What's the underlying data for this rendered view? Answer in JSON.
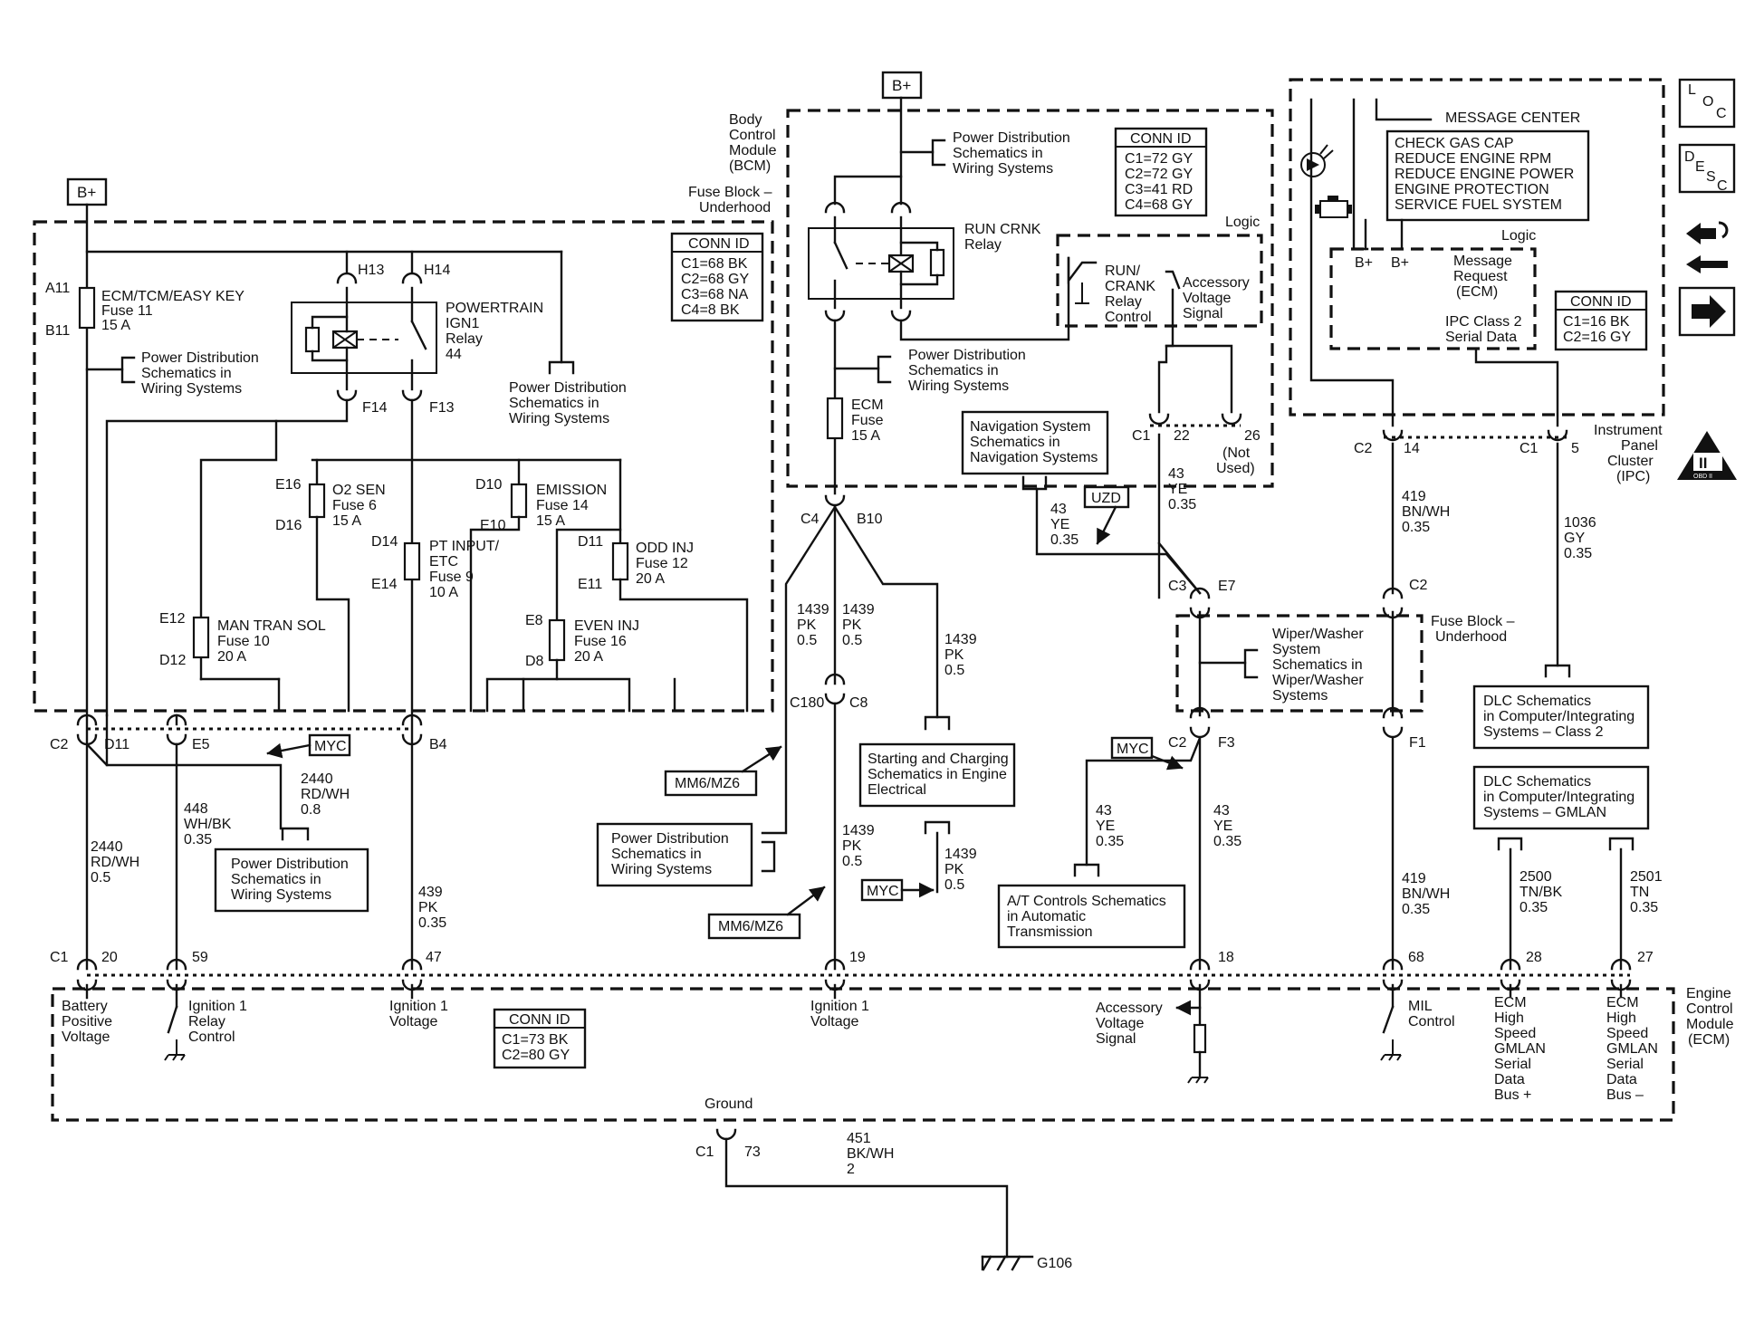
{
  "bplus": "B+",
  "conn_ids": {
    "fuse_block": {
      "title": "CONN ID",
      "lines": [
        "C1=68 BK",
        "C2=68 GY",
        "C3=68 NA",
        "C4=8 BK"
      ]
    },
    "bcm": {
      "title": "CONN ID",
      "lines": [
        "C1=72 GY",
        "C2=72 GY",
        "C3=41 RD",
        "C4=68 GY"
      ]
    },
    "ipc": {
      "title": "CONN ID",
      "lines": [
        "C1=16 BK",
        "C2=16 GY"
      ]
    },
    "ecm": {
      "title": "CONN ID",
      "lines": [
        "C1=73 BK",
        "C2=80 GY"
      ]
    }
  },
  "fuse_block": {
    "label": [
      "Fuse Block –",
      "Underhood"
    ],
    "fuse11": {
      "name": "ECM/TCM/EASY KEY",
      "fuse": "Fuse 11",
      "amp": "15 A",
      "top": "A11",
      "bot": "B11"
    },
    "pd_sch": [
      "Power Distribution",
      "Schematics in",
      "Wiring Systems"
    ],
    "relay": {
      "name": "POWERTRAIN",
      "sub": "IGN1",
      "sub2": "Relay",
      "num": "44",
      "h13": "H13",
      "h14": "H14",
      "f14": "F14",
      "f13": "F13"
    },
    "pd_sch2": [
      "Power Distribution",
      "Schematics in",
      "Wiring Systems"
    ],
    "fuse6": {
      "name": "O2 SEN",
      "fuse": "Fuse 6",
      "amp": "15 A",
      "top": "E16",
      "bot": "D16"
    },
    "fuse9": {
      "name": "PT INPUT/",
      "name2": "ETC",
      "fuse": "Fuse 9",
      "amp": "10 A",
      "top": "D14",
      "bot": "E14"
    },
    "fuse14": {
      "name": "EMISSION",
      "fuse": "Fuse 14",
      "amp": "15 A",
      "top": "D10",
      "bot": "E10"
    },
    "fuse12": {
      "name": "ODD INJ",
      "fuse": "Fuse 12",
      "amp": "20 A",
      "top": "D11",
      "bot": "E11"
    },
    "fuse10": {
      "name": "MAN TRAN SOL",
      "fuse": "Fuse 10",
      "amp": "20 A",
      "top": "E12",
      "bot": "D12"
    },
    "fuse16": {
      "name": "EVEN INJ",
      "fuse": "Fuse 16",
      "amp": "20 A",
      "top": "E8",
      "bot": "D8"
    },
    "conn_bottom": {
      "c2": "C2",
      "d11": "D11",
      "e5": "E5",
      "b4": "B4"
    }
  },
  "bcm": {
    "label": [
      "Body",
      "Control",
      "Module",
      "(BCM)"
    ],
    "pd_sch": [
      "Power Distribution",
      "Schematics in",
      "Wiring Systems"
    ],
    "relay": [
      "RUN CRNK",
      "Relay"
    ],
    "pd_sch2": [
      "Power Distribution",
      "Schematics in",
      "Wiring Systems"
    ],
    "ecm_fuse": [
      "ECM",
      "Fuse",
      "15 A"
    ],
    "logic": "Logic",
    "run_crank": [
      "RUN/",
      "CRANK",
      "Relay",
      "Control"
    ],
    "acc_sig": [
      "Accessory",
      "Voltage",
      "Signal"
    ],
    "c4": "C4",
    "b10": "B10",
    "c1": "C1",
    "p22": "22",
    "p26": "26",
    "not_used": [
      "(Not",
      "Used)"
    ]
  },
  "nav": [
    "Navigation System",
    "Schematics in",
    "Navigation Systems"
  ],
  "uzd": "UZD",
  "myc": "MYC",
  "mm6": "MM6/MZ6",
  "wires": {
    "w2440a": [
      "2440",
      "RD/WH",
      "0.8"
    ],
    "w2440b": [
      "2440",
      "RD/WH",
      "0.5"
    ],
    "w448": [
      "448",
      "WH/BK",
      "0.35"
    ],
    "w439": [
      "439",
      "PK",
      "0.35"
    ],
    "w1439a": [
      "1439",
      "PK",
      "0.5"
    ],
    "w1439b": [
      "1439",
      "PK",
      "0.5"
    ],
    "w1439c": [
      "1439",
      "PK",
      "0.5"
    ],
    "w1439d": [
      "1439",
      "PK",
      "0.5"
    ],
    "w1439e": [
      "1439",
      "PK",
      "0.5"
    ],
    "w43a": [
      "43",
      "YE",
      "0.35"
    ],
    "w43b": [
      "43",
      "YE",
      "0.35"
    ],
    "w43c": [
      "43",
      "YE",
      "0.35"
    ],
    "w43d": [
      "43",
      "YE",
      "0.35"
    ],
    "w419a": [
      "419",
      "BN/WH",
      "0.35"
    ],
    "w419b": [
      "419",
      "BN/WH",
      "0.35"
    ],
    "w1036": [
      "1036",
      "GY",
      "0.35"
    ],
    "w2500": [
      "2500",
      "TN/BK",
      "0.35"
    ],
    "w2501": [
      "2501",
      "TN",
      "0.35"
    ],
    "w451": [
      "451",
      "BK/WH",
      "2"
    ]
  },
  "pd_box": [
    "Power Distribution",
    "Schematics in",
    "Wiring Systems"
  ],
  "pd_box2": [
    "Power Distribution",
    "Schematics in",
    "Wiring Systems"
  ],
  "start_charge": [
    "Starting and Charging",
    "Schematics in Engine",
    "Electrical"
  ],
  "at_box": [
    "A/T Controls Schematics",
    "in Automatic",
    "Transmission"
  ],
  "wiper": [
    "Wiper/Washer",
    "System",
    "Schematics in",
    "Wiper/Washer",
    "Systems"
  ],
  "fuse_block2": [
    "Fuse Block –",
    "Underhood"
  ],
  "dlc1": [
    "DLC Schematics",
    "in Computer/Integrating",
    "Systems – Class 2"
  ],
  "dlc2": [
    "DLC Schematics",
    "in Computer/Integrating",
    "Systems – GMLAN"
  ],
  "ipc": {
    "label": [
      "Instrument",
      "Panel",
      "Cluster",
      "(IPC)"
    ],
    "msg_center": "MESSAGE CENTER",
    "messages": [
      "CHECK GAS CAP",
      "REDUCE ENGINE RPM",
      "REDUCE ENGINE POWER",
      "ENGINE PROTECTION",
      "SERVICE FUEL SYSTEM"
    ],
    "logic": "Logic",
    "bplus1": "B+",
    "bplus2": "B+",
    "msg_req": [
      "Message",
      "Request",
      "(ECM)"
    ],
    "class2": [
      "IPC Class 2",
      "Serial Data"
    ],
    "c2": "C2",
    "p14": "14",
    "c1": "C1",
    "p5": "5"
  },
  "connectors": {
    "c3": "C3",
    "e7": "E7",
    "c2a": "C2",
    "c2b": "C2",
    "f3": "F3",
    "f1": "F1",
    "c180": "C180",
    "c8": "C8"
  },
  "ecm": {
    "label": [
      "Engine",
      "Control",
      "Module",
      "(ECM)"
    ],
    "c1": "C1",
    "pins": [
      "20",
      "59",
      "47",
      "19",
      "18",
      "68",
      "28",
      "27"
    ],
    "batt": [
      "Battery",
      "Positive",
      "Voltage"
    ],
    "ign_relay": [
      "Ignition 1",
      "Relay",
      "Control"
    ],
    "ign_v": [
      "Ignition 1",
      "Voltage"
    ],
    "ign_v2": [
      "Ignition 1",
      "Voltage"
    ],
    "acc": [
      "Accessory",
      "Voltage",
      "Signal"
    ],
    "mil": [
      "MIL",
      "Control"
    ],
    "hs_plus": [
      "ECM",
      "High",
      "Speed",
      "GMLAN",
      "Serial",
      "Data",
      "Bus +"
    ],
    "hs_minus": [
      "ECM",
      "High",
      "Speed",
      "GMLAN",
      "Serial",
      "Data",
      "Bus –"
    ],
    "ground": "Ground",
    "gc1": "C1",
    "g73": "73"
  },
  "g106": "G106",
  "nav_icons": {
    "loc": [
      "L",
      "O",
      "C"
    ],
    "desc": [
      "D",
      "E",
      "S",
      "C"
    ],
    "obd": "II",
    "obd_sub": "OBD II"
  }
}
